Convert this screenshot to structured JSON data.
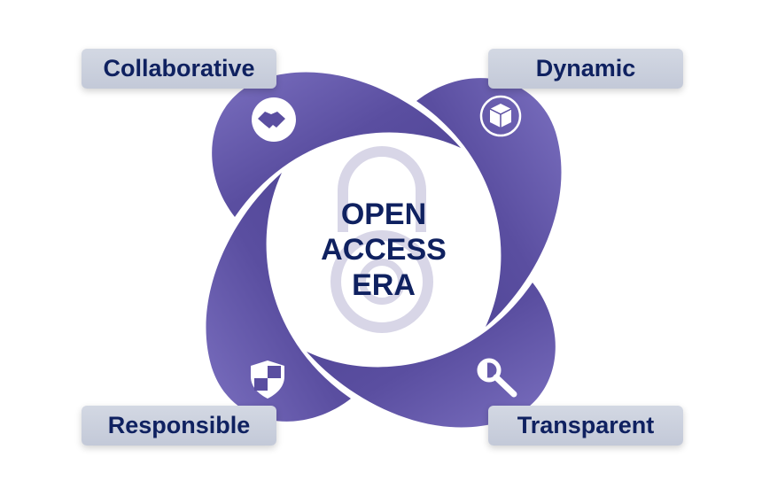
{
  "center_title": [
    "OPEN",
    "ACCESS",
    "ERA"
  ],
  "labels": {
    "top_left": "Collaborative",
    "top_right": "Dynamic",
    "bottom_left": "Responsible",
    "bottom_right": "Transparent"
  },
  "colors": {
    "petal": "#5b4fa0",
    "petal_light": "#7a6fc0",
    "text": "#0f2160",
    "label_bg": "#c9cfdc",
    "lock": "#d6d4e6"
  }
}
